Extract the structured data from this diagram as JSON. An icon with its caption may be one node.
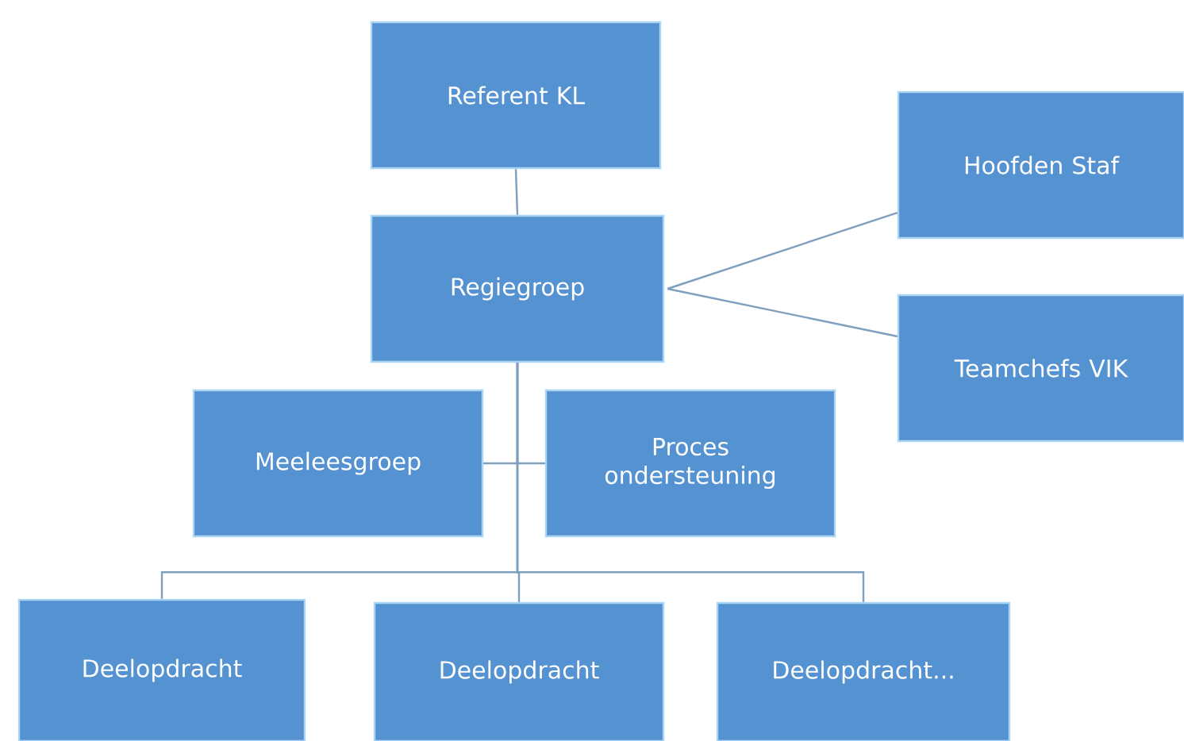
{
  "diagram": {
    "nodes": [
      {
        "text": [
          "Referent KL"
        ]
      },
      {
        "text": [
          "Regiegroep"
        ]
      },
      {
        "text": [
          "Hoofden Staf"
        ]
      },
      {
        "text": [
          "Teamchefs VIK"
        ]
      },
      {
        "text": [
          "Meeleesgroep"
        ]
      },
      {
        "text": [
          "Proces ondersteuning"
        ]
      },
      {
        "text": [
          "Deelopdracht"
        ]
      },
      {
        "text": [
          "Deelopdracht"
        ]
      },
      {
        "text": [
          "Deelopdracht..."
        ]
      }
    ],
    "edges": [
      {
        "from": 0,
        "to": 1,
        "arrow": "none"
      },
      {
        "from": 1,
        "to": 2,
        "arrow": "none"
      },
      {
        "from": 1,
        "to": 3,
        "arrow": "none"
      },
      {
        "from": 1,
        "to": 4,
        "arrow": "none"
      },
      {
        "from": 1,
        "to": 5,
        "arrow": "none"
      },
      {
        "from": 1,
        "to": 6,
        "arrow": "none"
      },
      {
        "from": 1,
        "to": 7,
        "arrow": "none"
      },
      {
        "from": 1,
        "to": 8,
        "arrow": "none"
      }
    ]
  }
}
